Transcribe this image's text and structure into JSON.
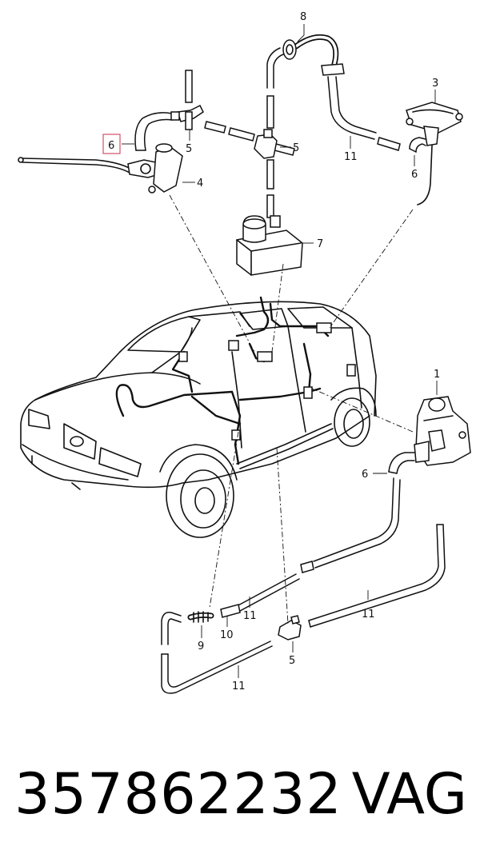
{
  "callouts": {
    "c8": "8",
    "c3": "3",
    "c6_top_left": "6",
    "c5_upper_a": "5",
    "c5_upper_b": "5",
    "c4": "4",
    "c11_upper": "11",
    "c6_top_right": "6",
    "c7": "7",
    "c1": "1",
    "c6_right": "6",
    "c11_lower_mid": "11",
    "c11_lower_right": "11",
    "c9": "9",
    "c10": "10",
    "c5_lower": "5",
    "c11_bottom": "11"
  },
  "highlighted_callout": "6",
  "footer": {
    "part_number": "357862232",
    "brand": "VAG"
  },
  "colors": {
    "line": "#111111",
    "highlight": "#d0506a",
    "background": "#ffffff"
  }
}
